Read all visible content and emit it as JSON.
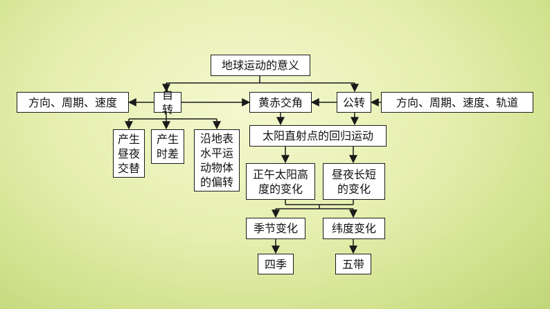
{
  "diagram": {
    "root": "地球运动的意义",
    "rotation_params": "方向、周期、速度",
    "rotation": "自转",
    "obliquity": "黄赤交角",
    "revolution": "公转",
    "revolution_params": "方向、周期、速度、轨道",
    "day_night": "产生\n昼夜\n交替",
    "time_diff": "产生\n时差",
    "deflection": "沿地表\n水平运\n动物体\n的偏转",
    "solar_migration": "太阳直射点的回归运动",
    "noon_altitude": "正午太阳高\n度的变化",
    "day_length": "昼夜长短\n的变化",
    "seasonal_change": "季节变化",
    "latitudinal_change": "纬度变化",
    "four_seasons": "四季",
    "five_zones": "五带"
  }
}
